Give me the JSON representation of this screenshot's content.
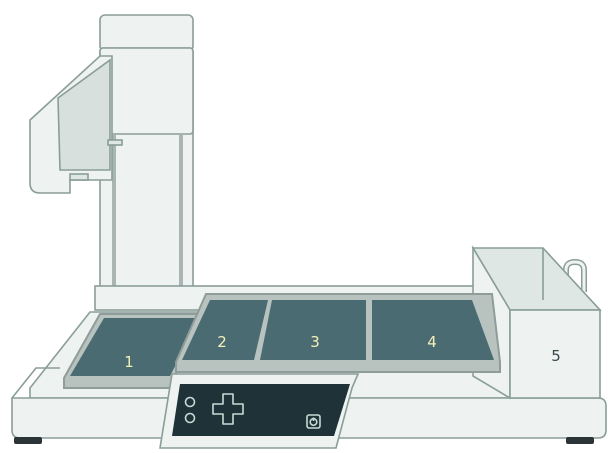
{
  "colors": {
    "outline": "#8a9d98",
    "body": "#eef3f1",
    "body_shade": "#dfe7e4",
    "panel_glass": "#d8e0dd",
    "rod": "#a9b5b2",
    "tray": "#4b6b72",
    "tray_frame": "#b8c3c0",
    "tray_frame_dark": "#8f9c99",
    "tray_label": "#f3f0b8",
    "control_panel": "#1f3238",
    "control_icon": "#c9d9d6",
    "feet": "#2b3538",
    "bin_label": "#37474a"
  },
  "icons": {
    "dpad": "plus-dpad-icon",
    "power": "power-icon",
    "indicators": "status-led-icon"
  },
  "positions": {
    "pos1": "1",
    "pos2": "2",
    "pos3": "3",
    "pos4": "4",
    "pos5": "5"
  }
}
